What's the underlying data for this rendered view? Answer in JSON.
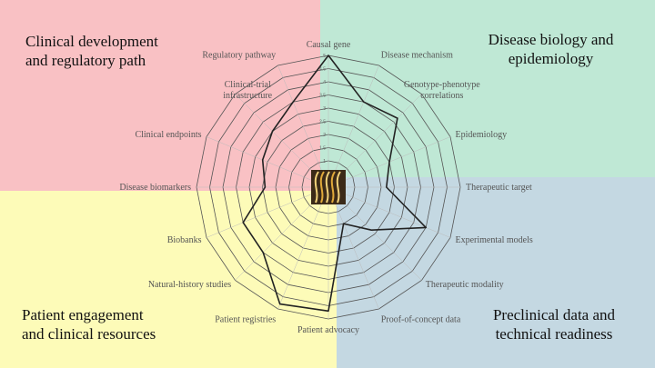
{
  "quadrants": {
    "top_left": {
      "line1": "Clinical development",
      "line2": "and regulatory path",
      "color": "#f9c1c4"
    },
    "top_right": {
      "line1": "Disease biology and",
      "line2": "epidemiology",
      "color": "#bfe8d5"
    },
    "bottom_left": {
      "line1": "Patient engagement",
      "line2": "and clinical resources",
      "color": "#fdfbb8"
    },
    "bottom_right": {
      "line1": "Preclinical data and",
      "line2": "technical readiness",
      "color": "#c4d8e2"
    }
  },
  "chart_data": {
    "type": "radar",
    "rmax": 5,
    "grid": true,
    "ticks": [
      "0.5",
      "1",
      "1.5",
      "2",
      "2.5",
      "3",
      "3.5",
      "4",
      "4.5",
      "5"
    ],
    "axes": [
      {
        "label": "Causal gene",
        "value": 5.0
      },
      {
        "label": "Disease mechanism",
        "value": 3.5
      },
      {
        "label": "Genotype-phenotype correlations",
        "value": 3.7
      },
      {
        "label": "Epidemiology",
        "value": 2.5
      },
      {
        "label": "Therapeutic target",
        "value": 2.2
      },
      {
        "label": "Experimental models",
        "value": 4.0
      },
      {
        "label": "Therapeutic modality",
        "value": 2.3
      },
      {
        "label": "Proof-of-concept data",
        "value": 1.5
      },
      {
        "label": "Patient advocacy",
        "value": 4.7
      },
      {
        "label": "Patient registries",
        "value": 4.8
      },
      {
        "label": "Natural-history studies",
        "value": 3.5
      },
      {
        "label": "Biobanks",
        "value": 3.5
      },
      {
        "label": "Disease biomarkers",
        "value": 2.4
      },
      {
        "label": "Clinical endpoints",
        "value": 2.7
      },
      {
        "label": "Clinical-trial infrastructure",
        "value": 3.0
      },
      {
        "label": "Regulatory pathway",
        "value": 3.5
      }
    ],
    "line_color": "#222222",
    "grid_color": "#555555",
    "center_icon": "gene-thumbnail-icon"
  }
}
